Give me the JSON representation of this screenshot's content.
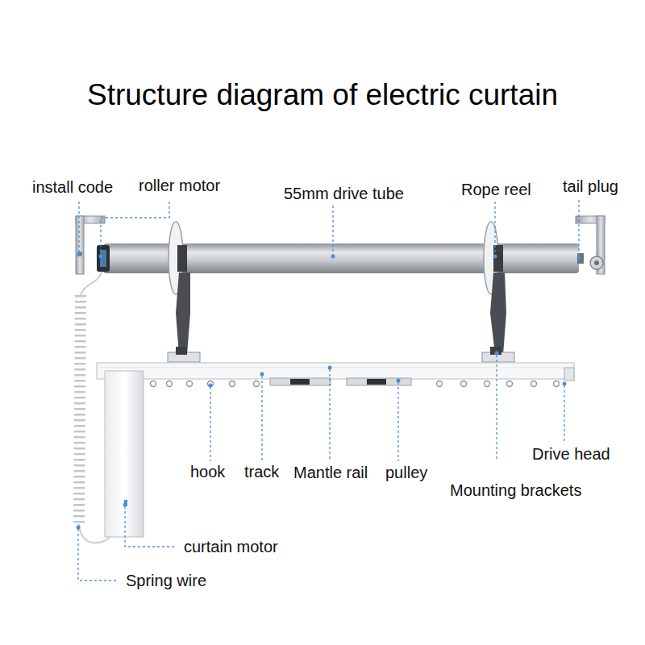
{
  "diagram": {
    "title": "Structure diagram of electric curtain",
    "labels": [
      "install code",
      "roller motor",
      "55mm drive tube",
      "Rope reel",
      "tail plug",
      "Drive head",
      "hook",
      "track",
      "Mantle rail",
      "pulley",
      "Mounting brackets",
      "curtain motor",
      "Spring wire"
    ]
  }
}
